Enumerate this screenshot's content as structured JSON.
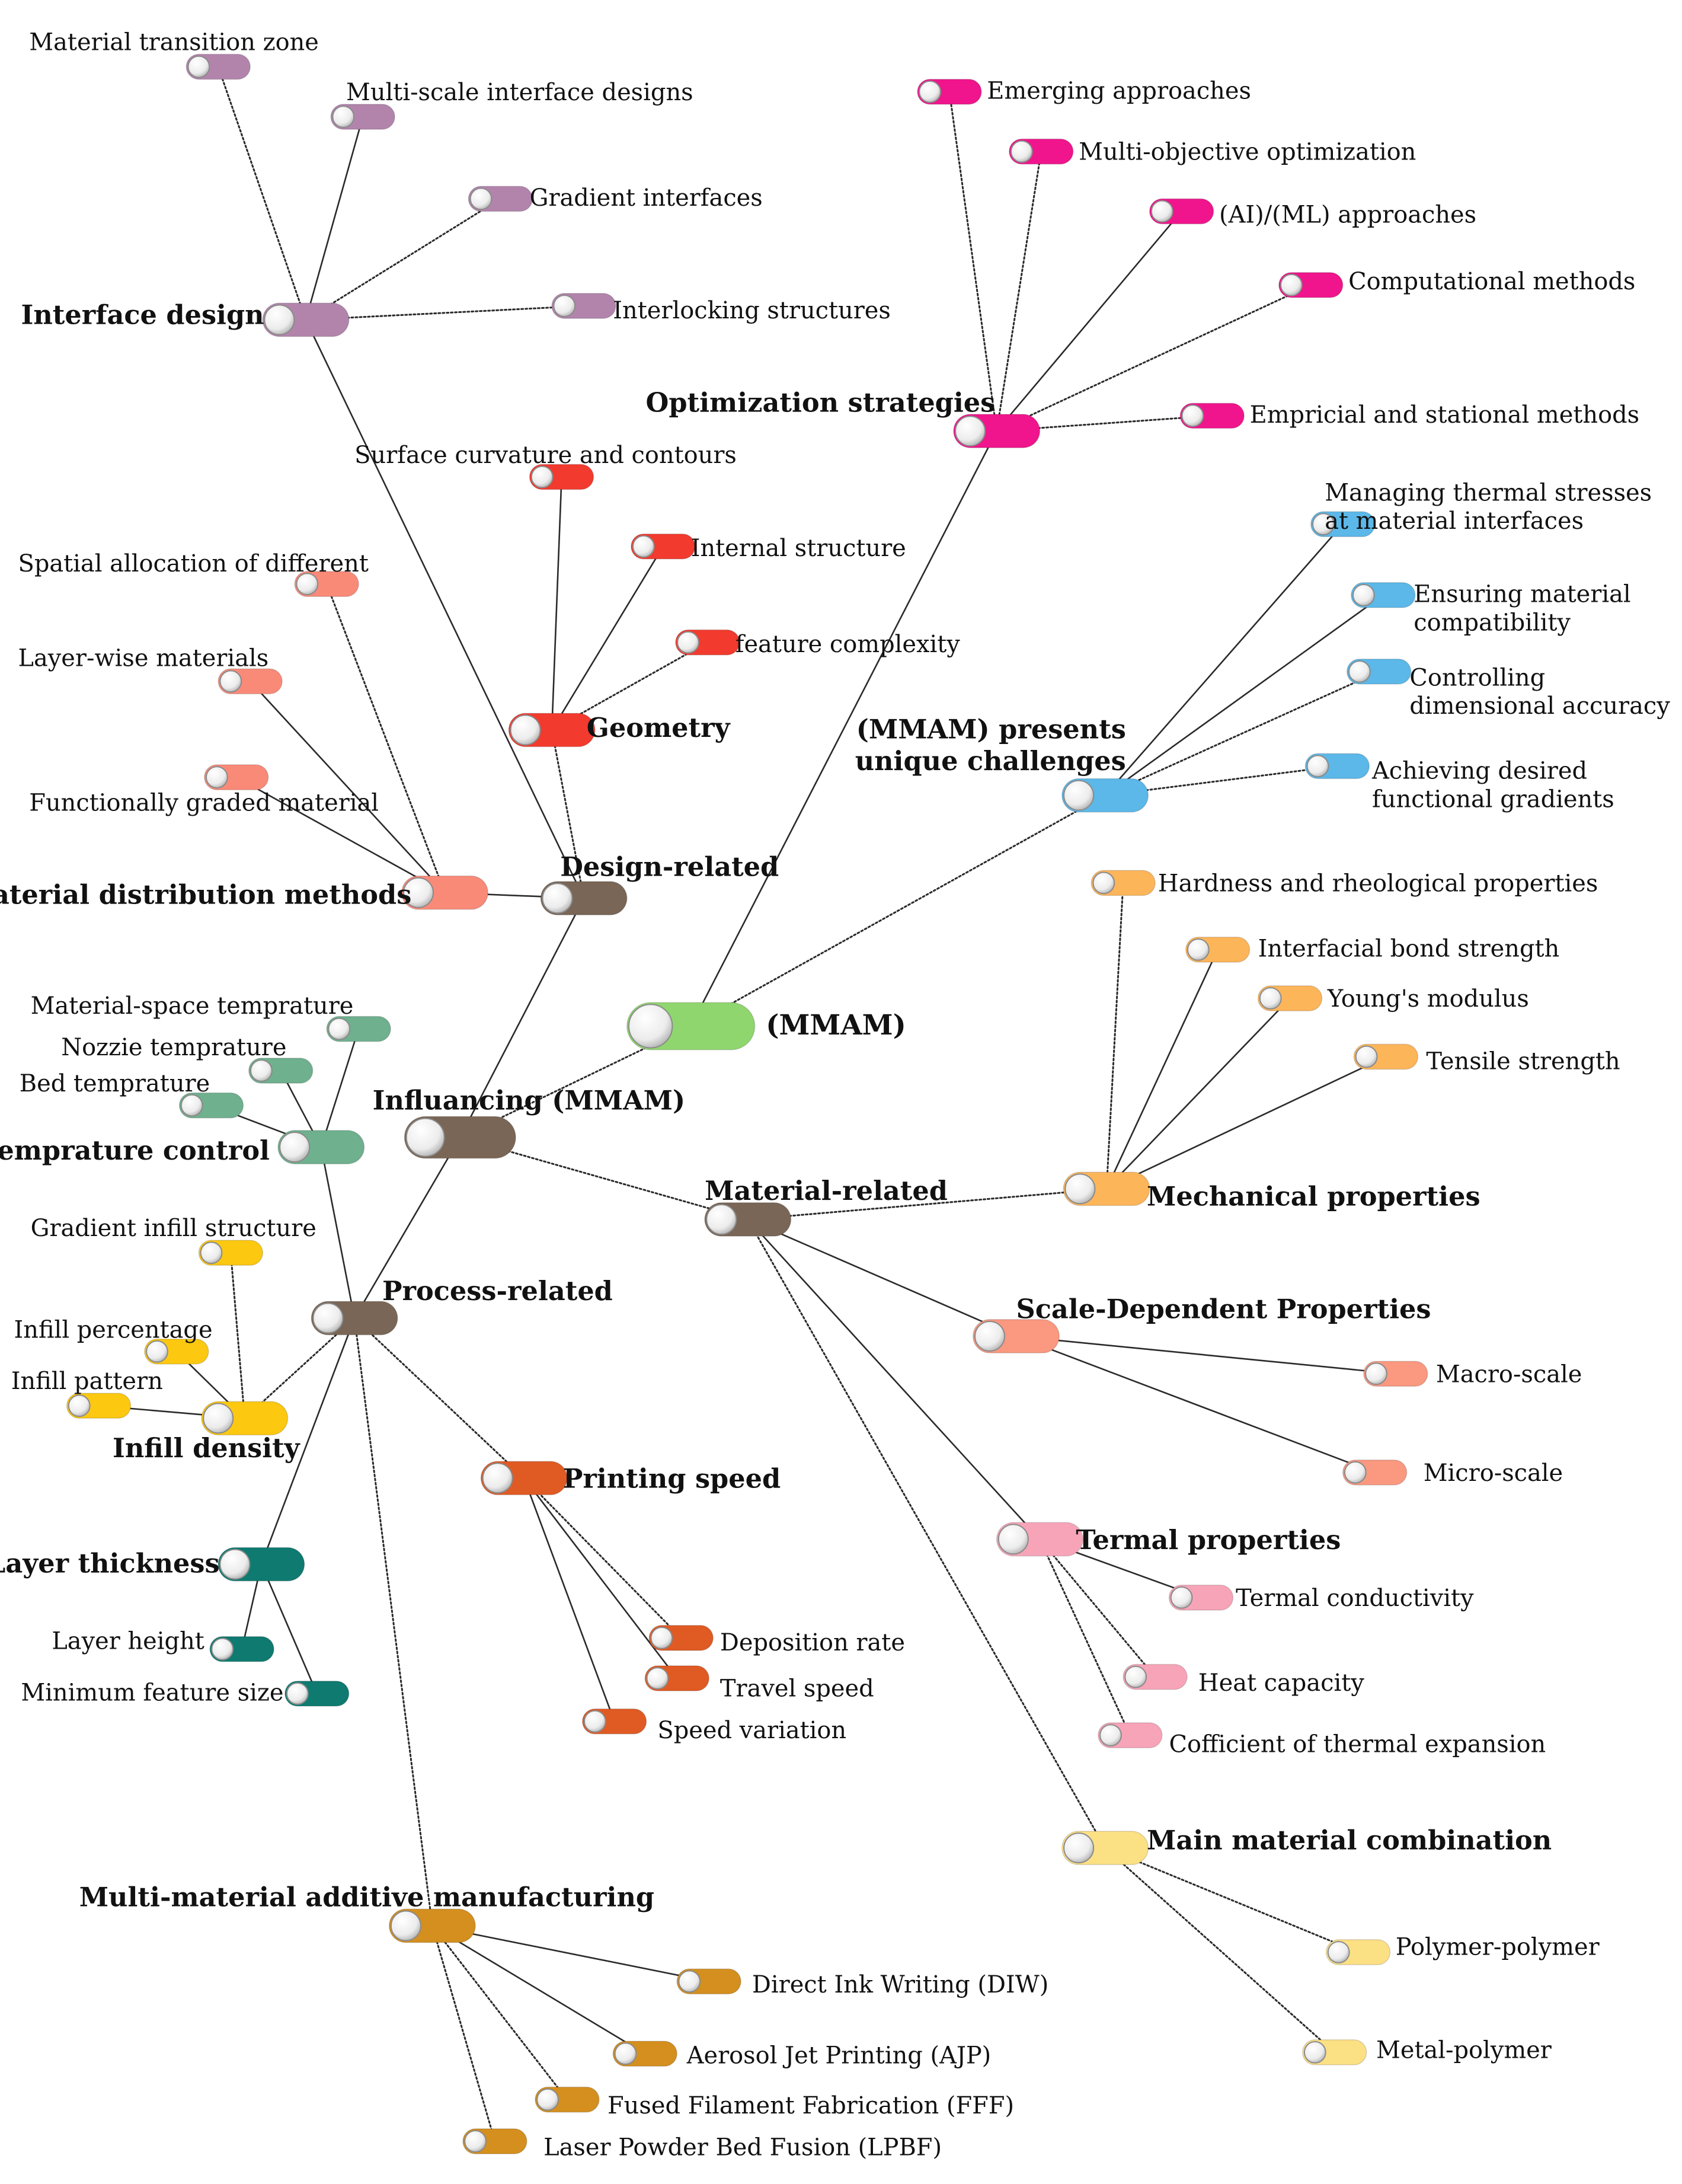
{
  "diagram": {
    "nodes": [
      {
        "id": "mmam",
        "label": "(MMAM)",
        "color": "#8fd66e",
        "size": "xl"
      },
      {
        "id": "influ",
        "label": "Influancing (MMAM)",
        "color": "#7a6656",
        "size": "l"
      },
      {
        "id": "opt",
        "label": "Optimization strategies",
        "color": "#f0158c",
        "size": "m"
      },
      {
        "id": "o1",
        "label": "Emerging approaches",
        "color": "#f0158c",
        "size": "s"
      },
      {
        "id": "o2",
        "label": "Multi-objective optimization",
        "color": "#f0158c",
        "size": "s"
      },
      {
        "id": "o3",
        "label": "(AI)/(ML) approaches",
        "color": "#f0158c",
        "size": "s"
      },
      {
        "id": "o4",
        "label": "Computational methods",
        "color": "#f0158c",
        "size": "s"
      },
      {
        "id": "o5",
        "label": "Empricial and stational methods",
        "color": "#f0158c",
        "size": "s"
      },
      {
        "id": "chal",
        "label": "(MMAM) presents\nunique challenges",
        "color": "#5bb8e8",
        "size": "m"
      },
      {
        "id": "c1",
        "label": "Managing thermal stresses\nat material interfaces",
        "color": "#5bb8e8",
        "size": "s"
      },
      {
        "id": "c2",
        "label": "Ensuring material\ncompatibility",
        "color": "#5bb8e8",
        "size": "s"
      },
      {
        "id": "c3",
        "label": "Controlling\ndimensional accuracy",
        "color": "#5bb8e8",
        "size": "s"
      },
      {
        "id": "c4",
        "label": "Achieving desired\nfunctional gradients",
        "color": "#5bb8e8",
        "size": "s"
      },
      {
        "id": "design",
        "label": "Design-related",
        "color": "#7a6656",
        "size": "m"
      },
      {
        "id": "iface",
        "label": "Interface design",
        "color": "#b284ac",
        "size": "m"
      },
      {
        "id": "i1",
        "label": "Material transition zone",
        "color": "#b284ac",
        "size": "s"
      },
      {
        "id": "i2",
        "label": "Multi-scale interface designs",
        "color": "#b284ac",
        "size": "s"
      },
      {
        "id": "i3",
        "label": "Gradient interfaces",
        "color": "#b284ac",
        "size": "s"
      },
      {
        "id": "i4",
        "label": "Interlocking structures",
        "color": "#b284ac",
        "size": "s"
      },
      {
        "id": "geom",
        "label": "Geometry",
        "color": "#f23a2e",
        "size": "m"
      },
      {
        "id": "g1",
        "label": "Surface curvature and contours",
        "color": "#f23a2e",
        "size": "s"
      },
      {
        "id": "g2",
        "label": "Internal structure",
        "color": "#f23a2e",
        "size": "s"
      },
      {
        "id": "g3",
        "label": "feature complexity",
        "color": "#f23a2e",
        "size": "s"
      },
      {
        "id": "mdist",
        "label": "Material distribution methods",
        "color": "#fa8a78",
        "size": "m"
      },
      {
        "id": "d1",
        "label": "Spatial allocation of different",
        "color": "#fa8a78",
        "size": "s"
      },
      {
        "id": "d2",
        "label": "Layer-wise materials",
        "color": "#fa8a78",
        "size": "s"
      },
      {
        "id": "d3",
        "label": "Functionally graded material",
        "color": "#fa8a78",
        "size": "s"
      },
      {
        "id": "process",
        "label": "Process-related",
        "color": "#7a6656",
        "size": "m"
      },
      {
        "id": "temp",
        "label": "Temprature control",
        "color": "#6fb08e",
        "size": "m"
      },
      {
        "id": "t1",
        "label": "Material-space temprature",
        "color": "#6fb08e",
        "size": "s"
      },
      {
        "id": "t2",
        "label": "Nozzie temprature",
        "color": "#6fb08e",
        "size": "s"
      },
      {
        "id": "t3",
        "label": "Bed temprature",
        "color": "#6fb08e",
        "size": "s"
      },
      {
        "id": "infill",
        "label": "Infill density",
        "color": "#fcc810",
        "size": "m"
      },
      {
        "id": "f1",
        "label": "Gradient infill structure",
        "color": "#fcc810",
        "size": "s"
      },
      {
        "id": "f2",
        "label": "Infill percentage",
        "color": "#fcc810",
        "size": "s"
      },
      {
        "id": "f3",
        "label": "Infill pattern",
        "color": "#fcc810",
        "size": "s"
      },
      {
        "id": "speed",
        "label": "Printing speed",
        "color": "#e05a24",
        "size": "m"
      },
      {
        "id": "s1",
        "label": "Deposition rate",
        "color": "#e05a24",
        "size": "s"
      },
      {
        "id": "s2",
        "label": "Travel speed",
        "color": "#e05a24",
        "size": "s"
      },
      {
        "id": "s3",
        "label": "Speed variation",
        "color": "#e05a24",
        "size": "s"
      },
      {
        "id": "layer",
        "label": "Layer thickness",
        "color": "#0e7a70",
        "size": "m"
      },
      {
        "id": "l1",
        "label": "Layer height",
        "color": "#0e7a70",
        "size": "s"
      },
      {
        "id": "l2",
        "label": "Minimum feature size",
        "color": "#0e7a70",
        "size": "s"
      },
      {
        "id": "mam",
        "label": "Multi-material additive manufacturing",
        "color": "#d48f1e",
        "size": "m"
      },
      {
        "id": "a1",
        "label": "Direct Ink Writing (DIW)",
        "color": "#d48f1e",
        "size": "s"
      },
      {
        "id": "a2",
        "label": "Aerosol Jet Printing (AJP)",
        "color": "#d48f1e",
        "size": "s"
      },
      {
        "id": "a3",
        "label": "Fused Filament Fabrication (FFF)",
        "color": "#d48f1e",
        "size": "s"
      },
      {
        "id": "a4",
        "label": "Laser Powder Bed Fusion (LPBF)",
        "color": "#d48f1e",
        "size": "s"
      },
      {
        "id": "material",
        "label": "Material-related",
        "color": "#7a6656",
        "size": "m"
      },
      {
        "id": "mech",
        "label": "Mechanical properties",
        "color": "#fdb55a",
        "size": "m"
      },
      {
        "id": "m1",
        "label": "Hardness and rheological properties",
        "color": "#fdb55a",
        "size": "s"
      },
      {
        "id": "m2",
        "label": "Interfacial bond strength",
        "color": "#fdb55a",
        "size": "s"
      },
      {
        "id": "m3",
        "label": "Young's modulus",
        "color": "#fdb55a",
        "size": "s"
      },
      {
        "id": "m4",
        "label": "Tensile strength",
        "color": "#fdb55a",
        "size": "s"
      },
      {
        "id": "scale",
        "label": "Scale-Dependent Properties",
        "color": "#fa9880",
        "size": "m"
      },
      {
        "id": "sc1",
        "label": "Macro-scale",
        "color": "#fa9880",
        "size": "s"
      },
      {
        "id": "sc2",
        "label": "Micro-scale",
        "color": "#fa9880",
        "size": "s"
      },
      {
        "id": "therm",
        "label": "Termal properties",
        "color": "#f8a4b8",
        "size": "m"
      },
      {
        "id": "th1",
        "label": "Termal conductivity",
        "color": "#f8a4b8",
        "size": "s"
      },
      {
        "id": "th2",
        "label": "Heat capacity",
        "color": "#f8a4b8",
        "size": "s"
      },
      {
        "id": "th3",
        "label": "Cofficient of thermal expansion",
        "color": "#f8a4b8",
        "size": "s"
      },
      {
        "id": "comb",
        "label": "Main material combination",
        "color": "#fce084",
        "size": "m"
      },
      {
        "id": "cb1",
        "label": "Polymer-polymer",
        "color": "#fce084",
        "size": "s"
      },
      {
        "id": "cb2",
        "label": "Metal-polymer",
        "color": "#fce084",
        "size": "s"
      }
    ],
    "edges": [
      [
        "mmam",
        "opt",
        "solid"
      ],
      [
        "mmam",
        "chal",
        "dotted"
      ],
      [
        "mmam",
        "influ",
        "dotted"
      ],
      [
        "opt",
        "o1",
        "dotted"
      ],
      [
        "opt",
        "o2",
        "dotted"
      ],
      [
        "opt",
        "o3",
        "solid"
      ],
      [
        "opt",
        "o4",
        "dotted"
      ],
      [
        "opt",
        "o5",
        "dotted"
      ],
      [
        "chal",
        "c1",
        "solid"
      ],
      [
        "chal",
        "c2",
        "solid"
      ],
      [
        "chal",
        "c3",
        "dotted"
      ],
      [
        "chal",
        "c4",
        "dotted"
      ],
      [
        "influ",
        "design",
        "solid"
      ],
      [
        "influ",
        "process",
        "solid"
      ],
      [
        "influ",
        "material",
        "dotted"
      ],
      [
        "design",
        "iface",
        "solid"
      ],
      [
        "design",
        "geom",
        "dotted"
      ],
      [
        "design",
        "mdist",
        "solid"
      ],
      [
        "iface",
        "i1",
        "dotted"
      ],
      [
        "iface",
        "i2",
        "solid"
      ],
      [
        "iface",
        "i3",
        "dotted"
      ],
      [
        "iface",
        "i4",
        "dotted"
      ],
      [
        "geom",
        "g1",
        "solid"
      ],
      [
        "geom",
        "g2",
        "solid"
      ],
      [
        "geom",
        "g3",
        "dotted"
      ],
      [
        "mdist",
        "d1",
        "dotted"
      ],
      [
        "mdist",
        "d2",
        "solid"
      ],
      [
        "mdist",
        "d3",
        "solid"
      ],
      [
        "process",
        "temp",
        "solid"
      ],
      [
        "process",
        "infill",
        "dotted"
      ],
      [
        "process",
        "speed",
        "dotted"
      ],
      [
        "process",
        "layer",
        "solid"
      ],
      [
        "process",
        "mam",
        "dotted"
      ],
      [
        "temp",
        "t1",
        "solid"
      ],
      [
        "temp",
        "t2",
        "solid"
      ],
      [
        "temp",
        "t3",
        "solid"
      ],
      [
        "infill",
        "f1",
        "dotted"
      ],
      [
        "infill",
        "f2",
        "solid"
      ],
      [
        "infill",
        "f3",
        "solid"
      ],
      [
        "speed",
        "s1",
        "dotted"
      ],
      [
        "speed",
        "s2",
        "solid"
      ],
      [
        "speed",
        "s3",
        "solid"
      ],
      [
        "layer",
        "l1",
        "solid"
      ],
      [
        "layer",
        "l2",
        "solid"
      ],
      [
        "mam",
        "a1",
        "solid"
      ],
      [
        "mam",
        "a2",
        "solid"
      ],
      [
        "mam",
        "a3",
        "dotted"
      ],
      [
        "mam",
        "a4",
        "dotted"
      ],
      [
        "material",
        "mech",
        "dotted"
      ],
      [
        "material",
        "scale",
        "solid"
      ],
      [
        "material",
        "therm",
        "solid"
      ],
      [
        "material",
        "comb",
        "dotted"
      ],
      [
        "mech",
        "m1",
        "dotted"
      ],
      [
        "mech",
        "m2",
        "solid"
      ],
      [
        "mech",
        "m3",
        "solid"
      ],
      [
        "mech",
        "m4",
        "solid"
      ],
      [
        "scale",
        "sc1",
        "solid"
      ],
      [
        "scale",
        "sc2",
        "solid"
      ],
      [
        "therm",
        "th1",
        "solid"
      ],
      [
        "therm",
        "th2",
        "dotted"
      ],
      [
        "therm",
        "th3",
        "dotted"
      ],
      [
        "comb",
        "cb1",
        "dotted"
      ],
      [
        "comb",
        "cb2",
        "dotted"
      ]
    ]
  }
}
